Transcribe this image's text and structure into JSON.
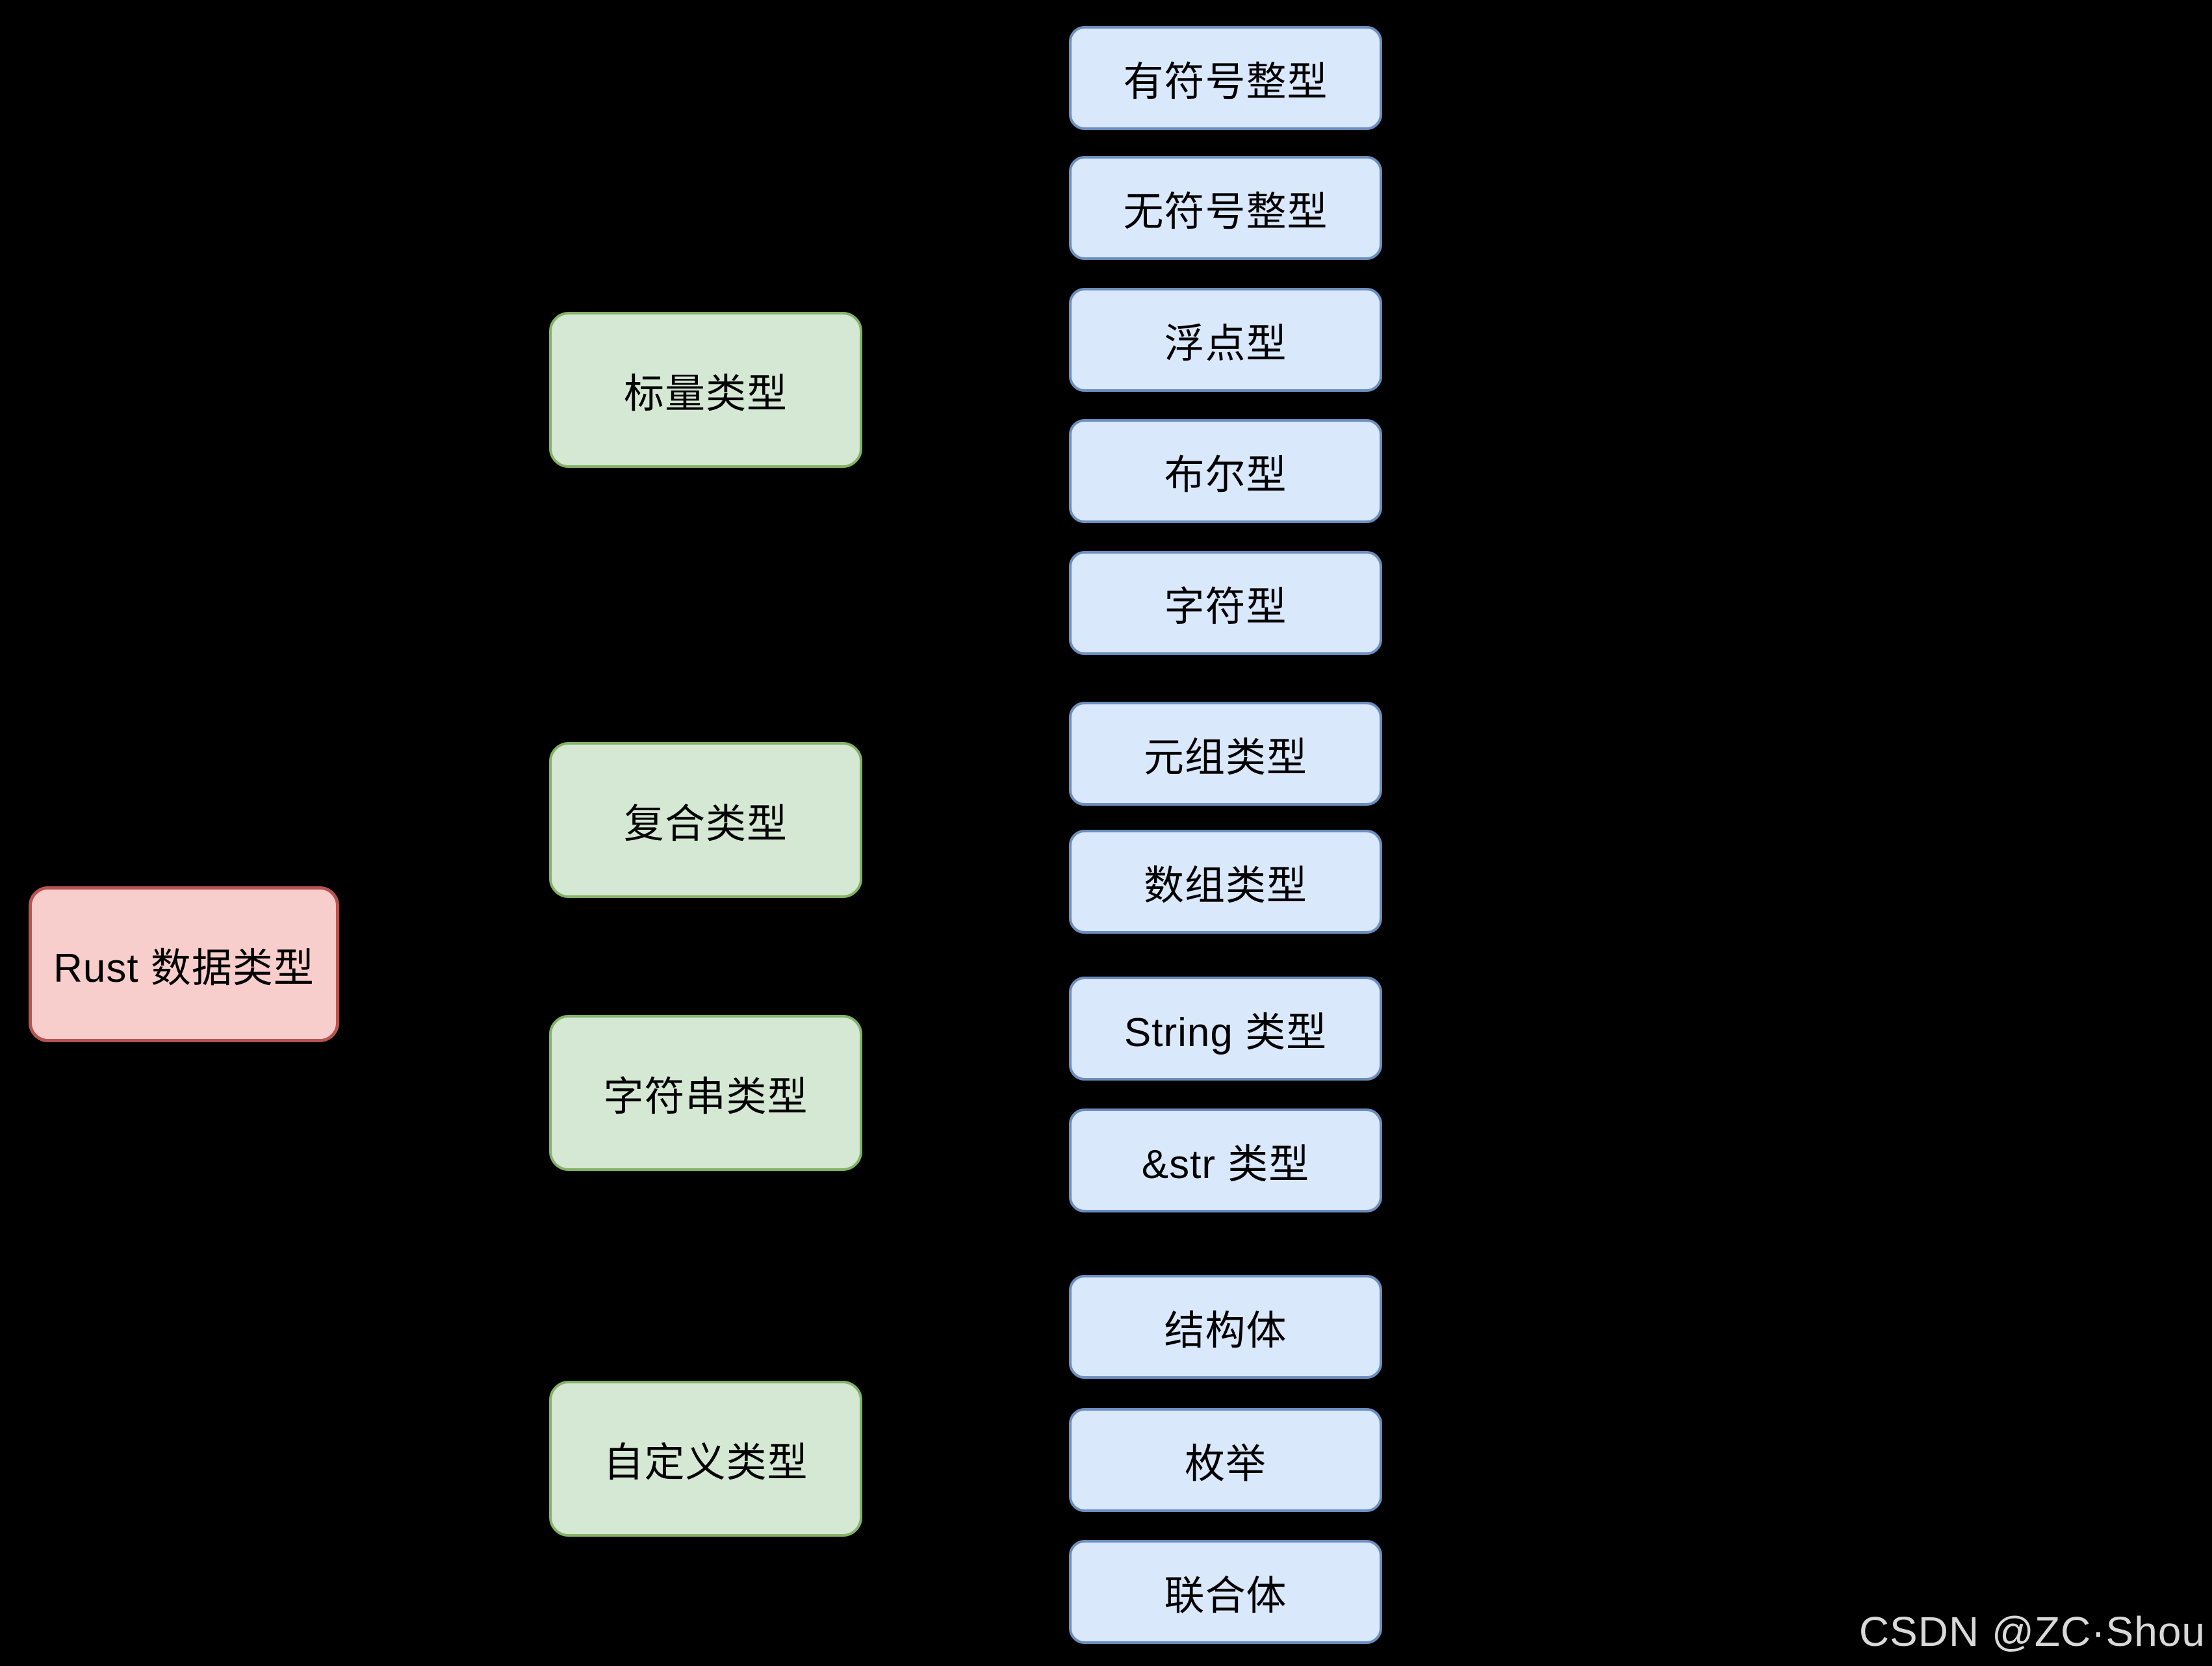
{
  "diagram": {
    "watermark": "CSDN @ZC·Shou",
    "colors": {
      "background": "#000000",
      "root_fill": "#F8CECC",
      "root_stroke": "#B85450",
      "category_fill": "#D5E8D4",
      "category_stroke": "#82B366",
      "leaf_fill": "#DAE8FC",
      "leaf_stroke": "#6C8EBF",
      "text": "#000000",
      "watermark": "#D9D9D9"
    },
    "root": {
      "label": "Rust 数据类型"
    },
    "categories": [
      {
        "label": "标量类型",
        "children": [
          "有符号整型",
          "无符号整型",
          "浮点型",
          "布尔型",
          "字符型"
        ]
      },
      {
        "label": "复合类型",
        "children": [
          "元组类型",
          "数组类型"
        ]
      },
      {
        "label": "字符串类型",
        "children": [
          "String 类型",
          "&str 类型"
        ]
      },
      {
        "label": "自定义类型",
        "children": [
          "结构体",
          "枚举",
          "联合体"
        ]
      }
    ]
  }
}
